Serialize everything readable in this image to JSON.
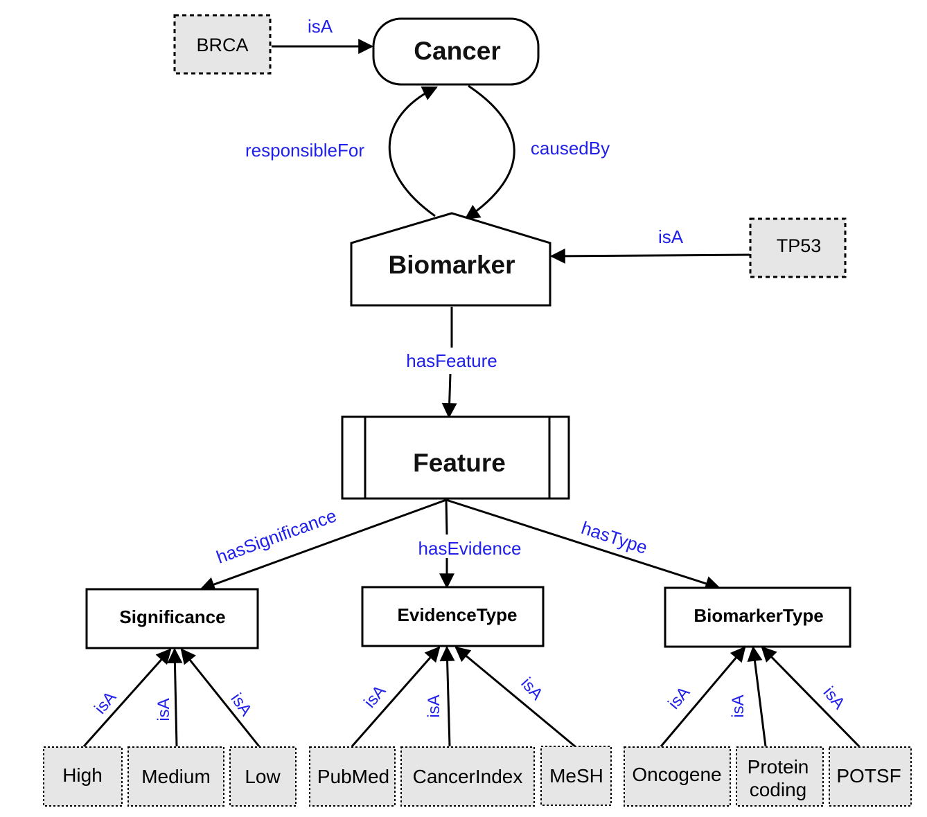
{
  "colors": {
    "relation_label": "#2020e8",
    "instance_fill": "#e6e6e6",
    "stroke": "#000000"
  },
  "classes": {
    "cancer": "Cancer",
    "biomarker": "Biomarker",
    "feature": "Feature",
    "significance": "Significance",
    "evidence_type": "EvidenceType",
    "biomarker_type": "BiomarkerType"
  },
  "instances": {
    "brca": "BRCA",
    "tp53": "TP53",
    "significance": [
      "High",
      "Medium",
      "Low"
    ],
    "evidence": [
      "PubMed",
      "CancerIndex",
      "MeSH"
    ],
    "biomarker_type": [
      "Oncogene",
      "Protein",
      "coding",
      "POTSF"
    ]
  },
  "relations": {
    "brca_isA": "isA",
    "tp53_isA": "isA",
    "responsibleFor": "responsibleFor",
    "causedBy": "causedBy",
    "hasFeature": "hasFeature",
    "hasSignificance": "hasSignificance",
    "hasEvidence": "hasEvidence",
    "hasType": "hasType",
    "isA": "isA"
  }
}
